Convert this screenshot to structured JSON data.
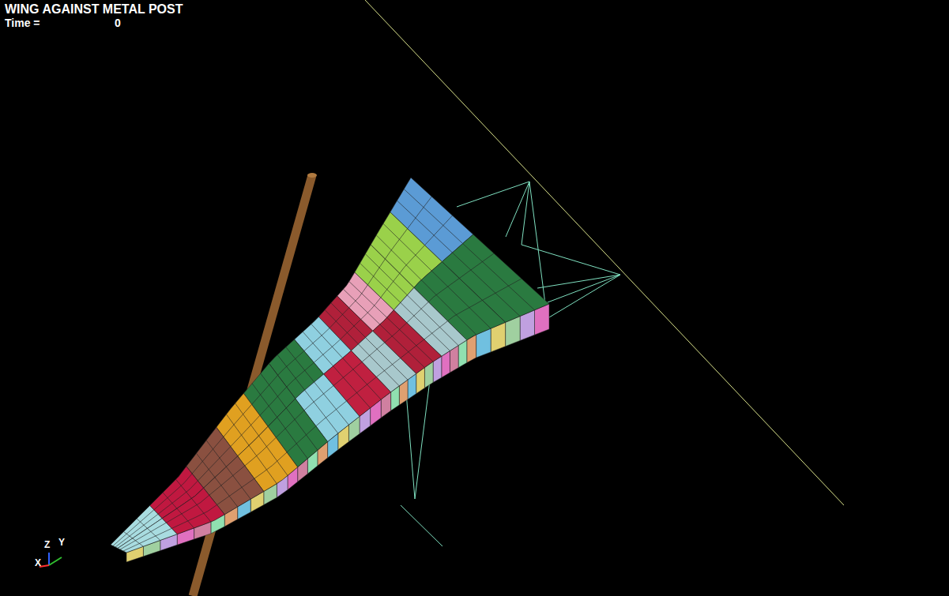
{
  "diagram": {
    "title": "WING AGAINST METAL POST",
    "labels": [
      "Time =",
      "0",
      "Z",
      "Y",
      "X"
    ]
  }
}
